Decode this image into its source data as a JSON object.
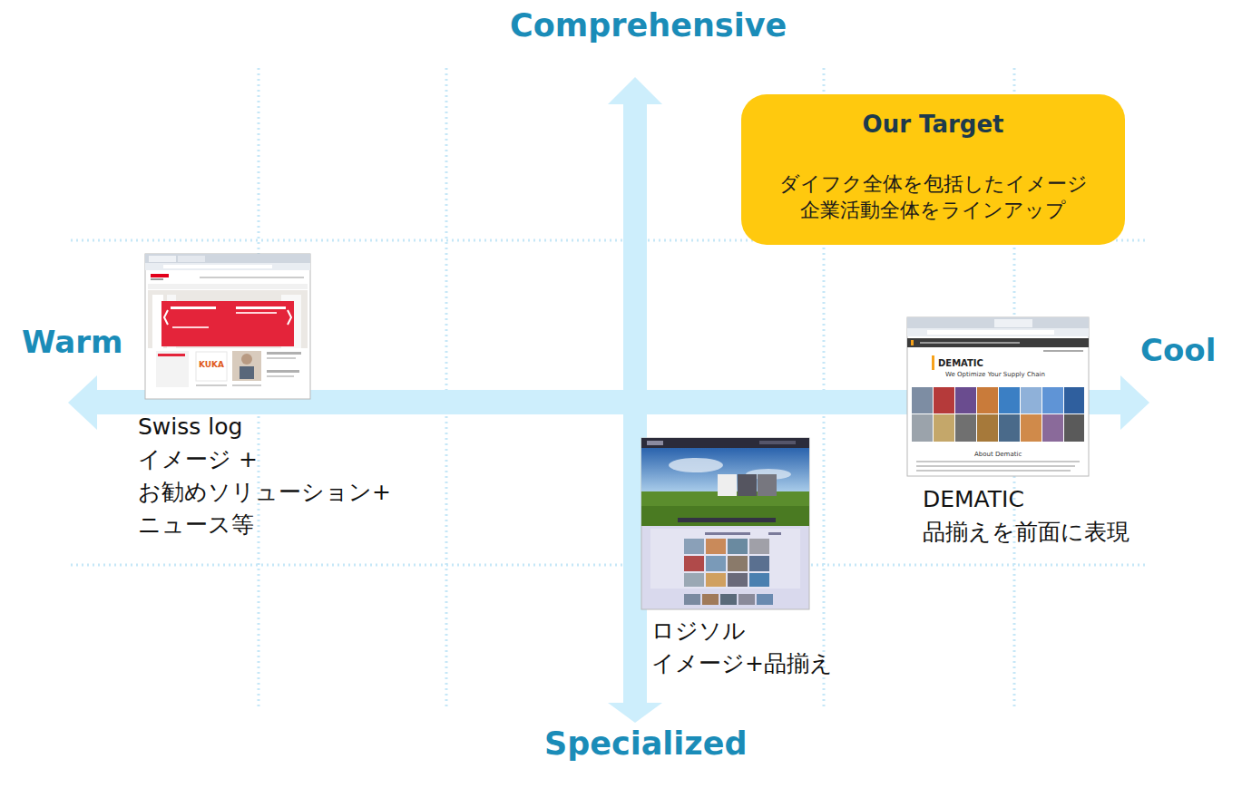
{
  "diagram": {
    "nodes": [
      {
        "text": [
          "Our Target",
          "ダイフク全体を包括したイメージ 企業活動全体をラインアップ"
        ]
      },
      {
        "text": [
          "Swiss log",
          "イメージ + お勧めソリューション+ ニュース等"
        ]
      },
      {
        "text": [
          "DEMATIC",
          "品揃えを前面に表現"
        ]
      },
      {
        "text": [
          "ロジソル",
          "イメージ+品揃え"
        ]
      }
    ],
    "labels": [
      "Comprehensive",
      "Warm",
      "Cool",
      "Specialized",
      "KUKA",
      "DEMATIC",
      "We Optimize Your Supply Chain",
      "About Dematic"
    ]
  }
}
